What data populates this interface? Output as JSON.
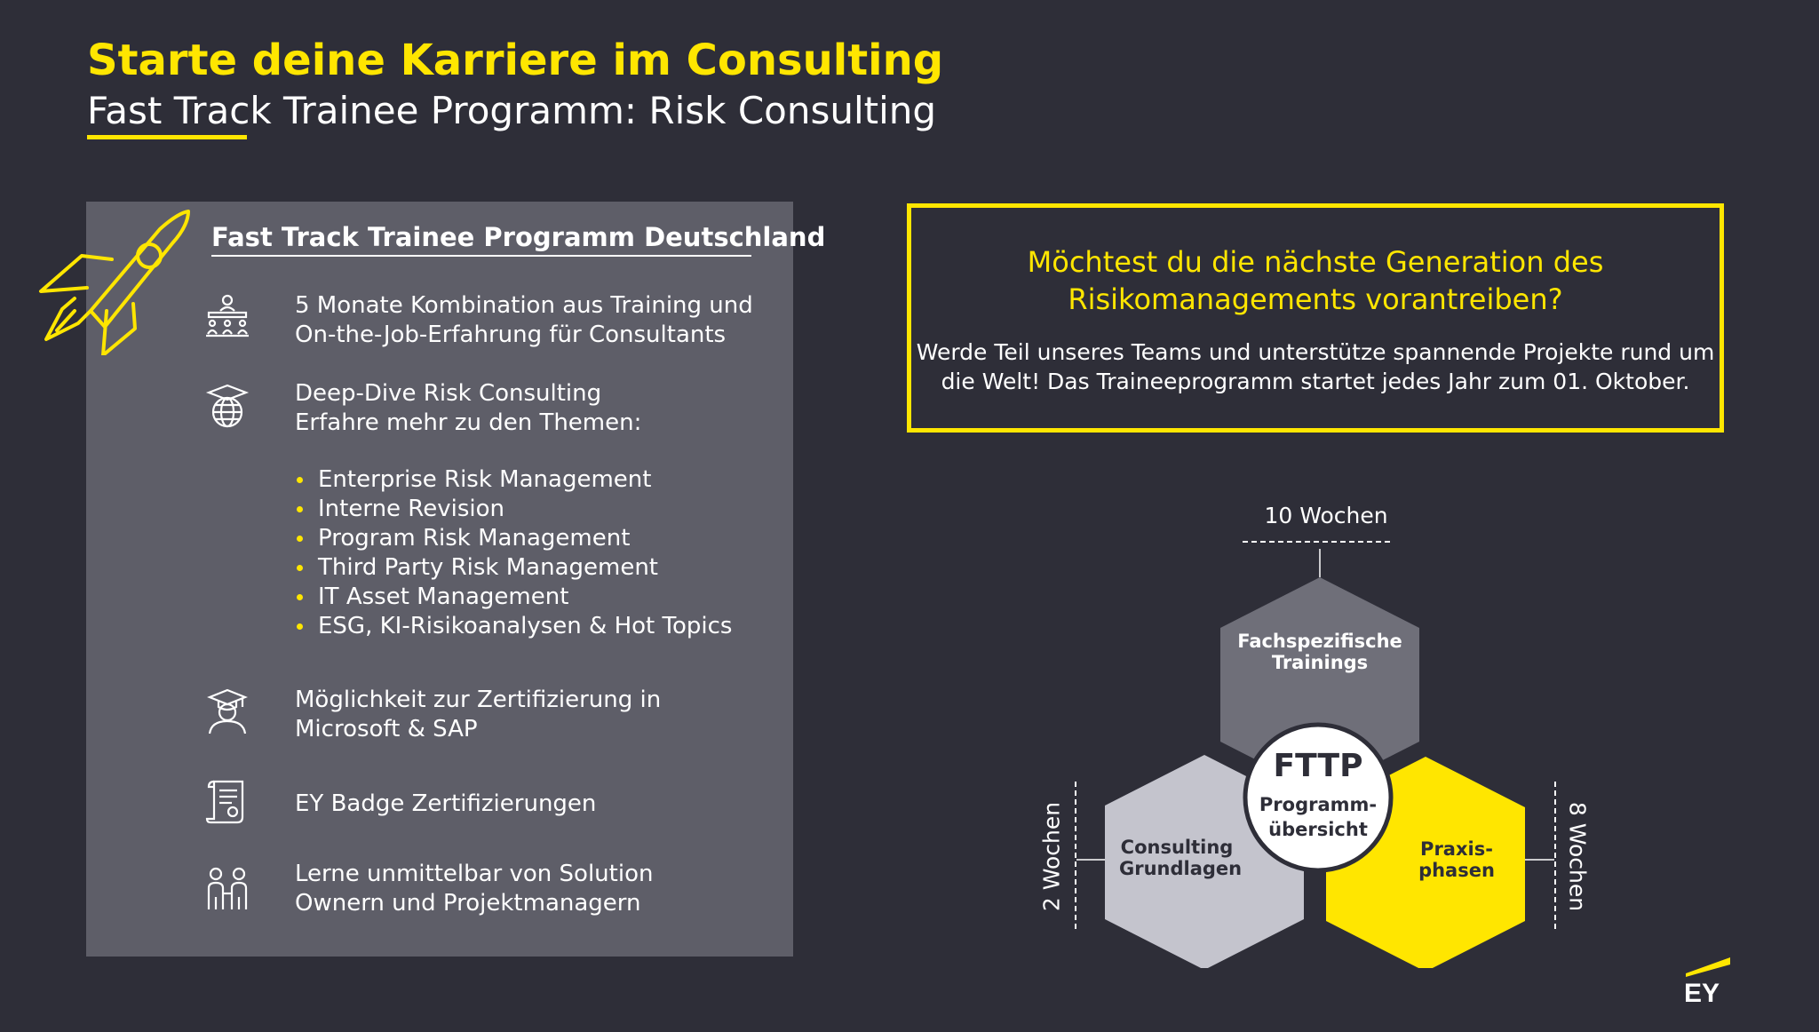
{
  "header": {
    "title": "Starte deine Karriere im Consulting",
    "subtitle": "Fast Track Trainee Programm: Risk Consulting"
  },
  "panel": {
    "heading": "Fast Track Trainee Programm Deutschland",
    "items": [
      {
        "icon": "training-group-icon",
        "line1": "5 Monate Kombination aus Training und",
        "line2": "On-the-Job-Erfahrung für Consultants"
      },
      {
        "icon": "globe-graduation-icon",
        "line1": "Deep-Dive Risk Consulting",
        "line2": "Erfahre mehr zu den Themen:"
      },
      {
        "icon": "graduate-person-icon",
        "line1": "Möglichkeit zur Zertifizierung in",
        "line2": "Microsoft & SAP"
      },
      {
        "icon": "certificate-document-icon",
        "line1": "EY Badge Zertifizierungen"
      },
      {
        "icon": "two-people-icon",
        "line1": "Lerne unmittelbar von Solution",
        "line2": "Ownern und Projektmanagern"
      }
    ],
    "topics": [
      "Enterprise Risk Management",
      "Interne Revision",
      "Program Risk Management",
      "Third Party Risk Management",
      "IT Asset Management",
      "ESG, KI-Risikoanalysen & Hot Topics"
    ]
  },
  "callout": {
    "question_line1": "Möchtest du die nächste Generation des",
    "question_line2": "Risikomanagements vorantreiben?",
    "text_line1": "Werde Teil unseres Teams und unterstütze spannende Projekte rund um",
    "text_line2": "die Welt! Das Traineeprogramm startet jedes Jahr zum 01. Oktober."
  },
  "diagram": {
    "center_title": "FTTP",
    "center_sub1": "Programm-",
    "center_sub2": "übersicht",
    "top": {
      "line1": "Fachspezifische",
      "line2": "Trainings",
      "duration": "10 Wochen"
    },
    "left": {
      "line1": "Consulting",
      "line2": "Grundlagen",
      "duration": "2 Wochen"
    },
    "right": {
      "line1": "Praxis-",
      "line2": "phasen",
      "duration": "8 Wochen"
    }
  },
  "colors": {
    "background": "#2e2e38",
    "accent": "#ffe600",
    "panel": "#5e5e68",
    "hex_top": "#6f6f79",
    "hex_left": "#c4c4cd",
    "hex_right": "#ffe600"
  },
  "logo": {
    "text": "EY",
    "icon": "ey-logo-icon"
  }
}
